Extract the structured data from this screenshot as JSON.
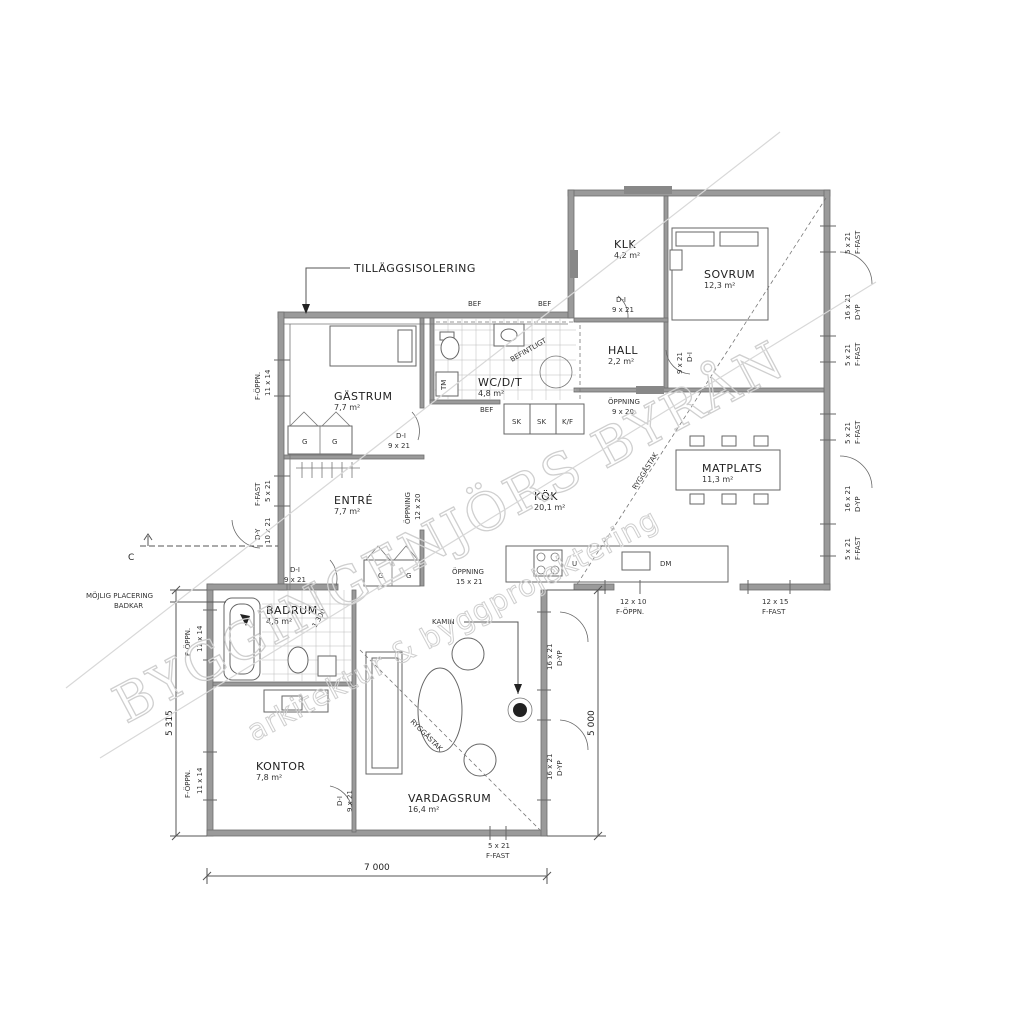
{
  "watermark": {
    "brand": "BYGGINGENJÖRS BYRÅN",
    "tagline": "arkitektur & byggprojektering"
  },
  "annotations": {
    "tillaggsisolering": "TILLÄGGSISOLERING",
    "mojlig_line1": "MÖJLIG PLACERING",
    "mojlig_line2": "BADKAR",
    "section_marker": "C",
    "kamin": "KAMIN",
    "ryggastak_1": "RYGGÅSTAK",
    "ryggastak_2": "RYGGÅSTAK",
    "befintligt": "BEFINTLIGT",
    "bef_1": "BEF",
    "bef_2": "BEF",
    "bef_3": "BEF",
    "dim_1300": "1 300"
  },
  "dimensions": {
    "width": "7 000",
    "height_left": "5 315",
    "height_right": "5 000"
  },
  "rooms": {
    "klk": {
      "name": "KLK",
      "area": "4,2 m²"
    },
    "sovrum": {
      "name": "SOVRUM",
      "area": "12,3 m²"
    },
    "hall": {
      "name": "HALL",
      "area": "2,2 m²"
    },
    "wc": {
      "name": "WC/D/T",
      "area": "4,8 m²"
    },
    "gastrum": {
      "name": "GÄSTRUM",
      "area": "7,7 m²"
    },
    "entre": {
      "name": "ENTRÉ",
      "area": "7,7 m²"
    },
    "kok": {
      "name": "KÖK",
      "area": "20,1 m²"
    },
    "matplats": {
      "name": "MATPLATS",
      "area": "11,3 m²"
    },
    "badrum": {
      "name": "BADRUM",
      "area": "4,6 m²"
    },
    "kontor": {
      "name": "KONTOR",
      "area": "7,8 m²"
    },
    "vardagsrum": {
      "name": "VARDAGSRUM",
      "area": "16,4 m²"
    }
  },
  "openings": {
    "di_klk": {
      "type": "D-I",
      "size": "9 x 21"
    },
    "di_hall": {
      "type": "D-I",
      "size": "9 x 21"
    },
    "di_gastrum": {
      "type": "D-I",
      "size": "9 x 21"
    },
    "di_entre": {
      "type": "D-I",
      "size": "9 x 21"
    },
    "di_kontor": {
      "type": "D-I",
      "size": "9 x 21"
    },
    "oppning_hall": {
      "type": "ÖPPNING",
      "size": "9 x 20"
    },
    "oppning_entre": {
      "type": "ÖPPNING",
      "size": "12 x 20"
    },
    "oppning_kok": {
      "type": "ÖPPNING",
      "size": "15 x 21"
    },
    "w_gastrum": {
      "type": "F-ÖPPN.",
      "size": "11 x 14"
    },
    "w_entre": {
      "type": "F-FAST",
      "size": "5 x 21"
    },
    "door_entre": {
      "type": "D-Y",
      "size": "10 x 21"
    },
    "w_badrum": {
      "type": "F-ÖPPN.",
      "size": "11 x 14"
    },
    "w_kontor": {
      "type": "F-ÖPPN.",
      "size": "11 x 14"
    },
    "w_vardag_bottom": {
      "type": "F-FAST",
      "size": "5 x 21"
    },
    "door_vardag_1": {
      "type": "D-YP",
      "size": "16 x 21"
    },
    "door_vardag_2": {
      "type": "D-YP",
      "size": "16 x 21"
    },
    "w_kok_1": {
      "type": "F-ÖPPN.",
      "size": "12 x 10"
    },
    "w_kok_2": {
      "type": "F-FAST",
      "size": "12 x 15"
    },
    "r_top_fast": {
      "type": "F-FAST",
      "size": "5 x 21"
    },
    "r_top_door": {
      "type": "D-YP",
      "size": "16 x 21"
    },
    "r_mid_fast": {
      "type": "F-FAST",
      "size": "5 x 21"
    },
    "r_mat_fast1": {
      "type": "F-FAST",
      "size": "5 x 21"
    },
    "r_mat_door": {
      "type": "D-YP",
      "size": "16 x 21"
    },
    "r_mat_fast2": {
      "type": "F-FAST",
      "size": "5 x 21"
    }
  },
  "fixtures": {
    "sk1": "SK",
    "sk2": "SK",
    "kf": "K/F",
    "tm": "TM",
    "g1": "G",
    "g2": "G",
    "g3": "G",
    "g4": "G",
    "u": "U",
    "dm": "DM"
  }
}
